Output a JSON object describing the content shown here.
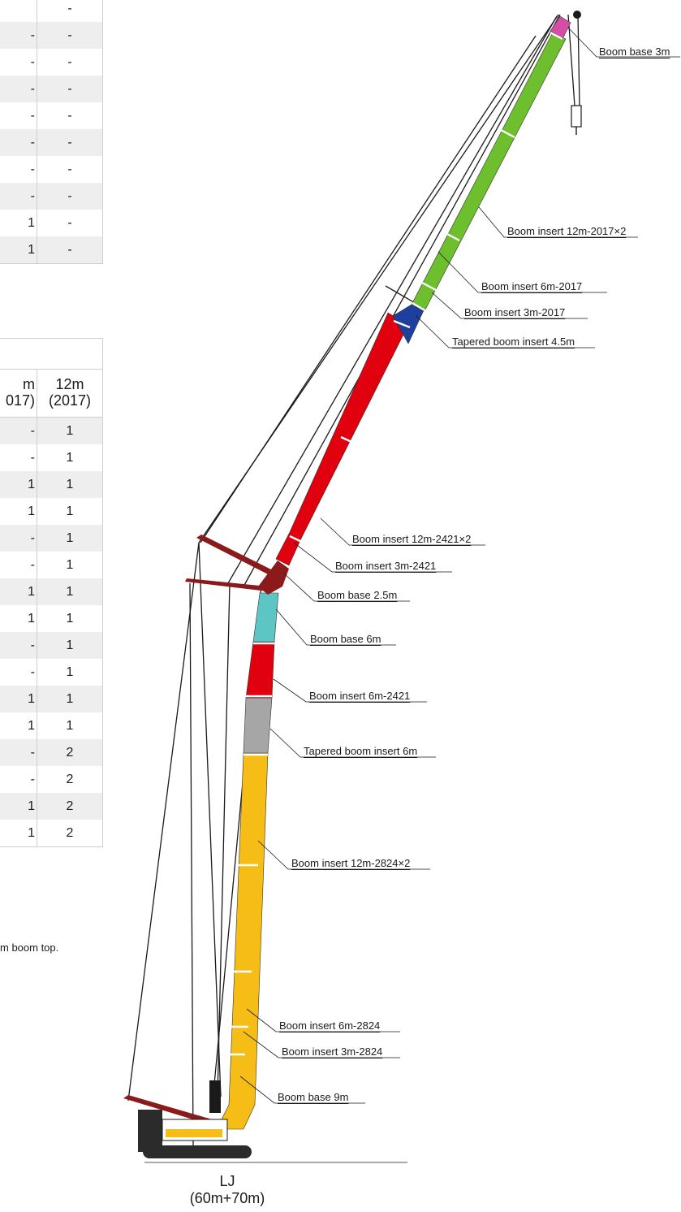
{
  "table_top": {
    "rows": [
      {
        "a": "",
        "b": "-"
      },
      {
        "a": "-",
        "b": "-"
      },
      {
        "a": "-",
        "b": "-"
      },
      {
        "a": "-",
        "b": "-"
      },
      {
        "a": "-",
        "b": "-"
      },
      {
        "a": "-",
        "b": "-"
      },
      {
        "a": "-",
        "b": "-"
      },
      {
        "a": "-",
        "b": "-"
      },
      {
        "a": "1",
        "b": "-"
      },
      {
        "a": "1",
        "b": "-"
      }
    ]
  },
  "table_bottom": {
    "caption": "",
    "header_a": "m\n017)",
    "header_b": "12m\n(2017)",
    "rows": [
      {
        "a": "-",
        "b": "1"
      },
      {
        "a": "-",
        "b": "1"
      },
      {
        "a": "1",
        "b": "1"
      },
      {
        "a": "1",
        "b": "1"
      },
      {
        "a": "-",
        "b": "1"
      },
      {
        "a": "-",
        "b": "1"
      },
      {
        "a": "1",
        "b": "1"
      },
      {
        "a": "1",
        "b": "1"
      },
      {
        "a": "-",
        "b": "1"
      },
      {
        "a": "-",
        "b": "1"
      },
      {
        "a": "1",
        "b": "1"
      },
      {
        "a": "1",
        "b": "1"
      },
      {
        "a": "-",
        "b": "2"
      },
      {
        "a": "-",
        "b": "2"
      },
      {
        "a": "1",
        "b": "2"
      },
      {
        "a": "1",
        "b": "2"
      }
    ]
  },
  "note": "m boom top.",
  "labels": {
    "boom_base_3m": "Boom base 3m",
    "insert_12m_2017": "Boom insert 12m-2017×2",
    "insert_6m_2017": "Boom insert 6m-2017",
    "insert_3m_2017": "Boom insert 3m-2017",
    "tapered_4_5m": "Tapered boom insert 4.5m",
    "insert_12m_2421": "Boom insert 12m-2421×2",
    "insert_3m_2421": "Boom insert 3m-2421",
    "boom_base_2_5m": "Boom base 2.5m",
    "boom_base_6m": "Boom base 6m",
    "insert_6m_2421": "Boom insert 6m-2421",
    "tapered_6m": "Tapered boom insert 6m",
    "insert_12m_2824": "Boom insert 12m-2824×2",
    "insert_6m_2824": "Boom insert 6m-2824",
    "insert_3m_2824": "Boom insert 3m-2824",
    "boom_base_9m": "Boom base 9m"
  },
  "caption": {
    "line1": "LJ",
    "line2": "(60m+70m)"
  },
  "colors": {
    "yellow": "#f6bd16",
    "gray": "#a6a6a6",
    "red": "#e0000e",
    "cyan": "#5ec5c5",
    "blue": "#1f3f9e",
    "green": "#6ebf2e",
    "pink": "#d64da8",
    "line": "#1a1a1a"
  }
}
